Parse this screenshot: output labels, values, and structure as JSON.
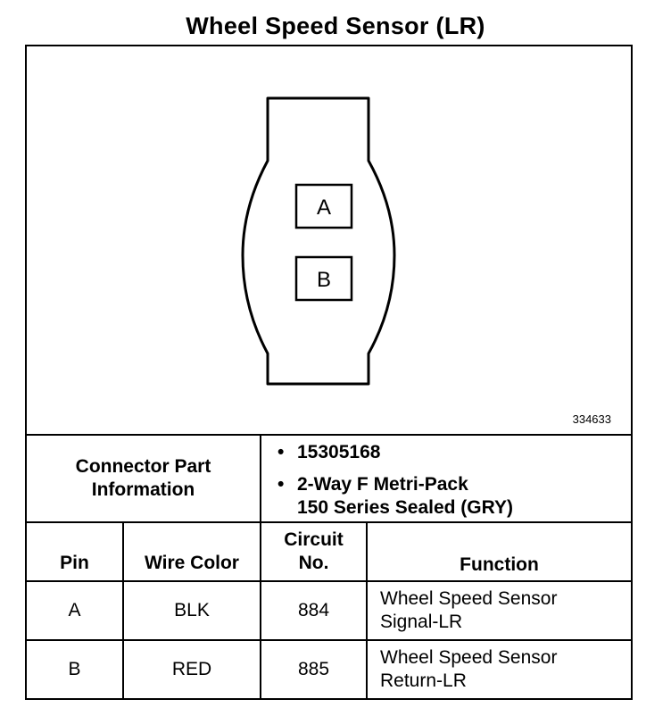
{
  "title": "Wheel Speed Sensor (LR)",
  "figure_number": "334633",
  "connector": {
    "pins": [
      "A",
      "B"
    ]
  },
  "connector_info": {
    "label_line1": "Connector Part",
    "label_line2": "Information",
    "bullet": "•",
    "part_number": "15305168",
    "description_line1": "2-Way F Metri-Pack",
    "description_line2": "150 Series Sealed (GRY)"
  },
  "table": {
    "headers": {
      "pin": "Pin",
      "wire_color": "Wire Color",
      "circuit_line1": "Circuit",
      "circuit_line2": "No.",
      "function": "Function"
    },
    "rows": [
      {
        "pin": "A",
        "wire_color": "BLK",
        "circuit": "884",
        "function_line1": "Wheel Speed Sensor",
        "function_line2": "Signal-LR"
      },
      {
        "pin": "B",
        "wire_color": "RED",
        "circuit": "885",
        "function_line1": "Wheel Speed Sensor",
        "function_line2": "Return-LR"
      }
    ]
  }
}
